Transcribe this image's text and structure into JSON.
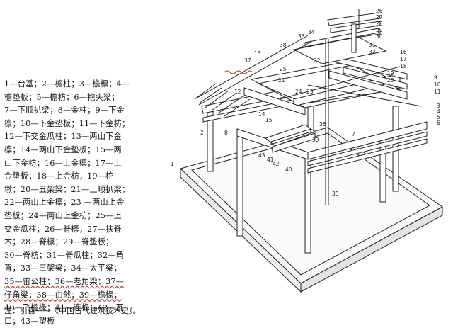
{
  "legend": {
    "lines": [
      "1—台基；2—檐柱；3—檐檩；4—",
      "檐垫板；5—檐枋；6—抱头梁；",
      "7—下顺扒梁；8—金柱；9—下金",
      "檩；10—下金垫板；11—下金枋；",
      "12—下交金瓜柱；13—两山下金",
      "檩；14—两山下金垫板；15—两",
      "山下金枋；16—上金檩；17—上",
      "金垫板；18—上金枋；19—柁",
      "墩；20—五架梁；21—上顺扒梁；",
      "22—两山上金檩；23 —两山上金",
      "垫板；24—两山上金枋；25—上",
      "交金瓜柱；26—脊檩；27—扶脊",
      "木；28—脊檩；29—脊垫板；",
      "30—脊枋；31—脊瓜柱；32—角",
      "背；33—三架梁；34—太平梁；",
      "35—雷公柱；36—老角梁；37—",
      "仔角梁；38—由戗；39—檐椽；",
      "40—飞檐椽；41—连檐；42—瓦",
      "口；43—望板"
    ],
    "note": "注：引自——《中国古代建筑技术史》。"
  },
  "diagram": {
    "labels": [
      {
        "t": "26"
      },
      {
        "t": "27"
      },
      {
        "t": "28"
      },
      {
        "t": "29"
      },
      {
        "t": "30"
      },
      {
        "t": "34"
      },
      {
        "t": "33"
      },
      {
        "t": "38"
      },
      {
        "t": "13"
      },
      {
        "t": "37"
      },
      {
        "t": "25"
      },
      {
        "t": "21"
      },
      {
        "t": "22"
      },
      {
        "t": "31"
      },
      {
        "t": "32"
      },
      {
        "t": "16"
      },
      {
        "t": "17"
      },
      {
        "t": "18"
      },
      {
        "t": "19"
      },
      {
        "t": "20"
      },
      {
        "t": "9"
      },
      {
        "t": "10"
      },
      {
        "t": "11"
      },
      {
        "t": "3"
      },
      {
        "t": "4"
      },
      {
        "t": "5"
      },
      {
        "t": "6"
      },
      {
        "t": "7"
      },
      {
        "t": "24"
      },
      {
        "t": "23"
      },
      {
        "t": "12"
      },
      {
        "t": "14"
      },
      {
        "t": "15"
      },
      {
        "t": "36"
      },
      {
        "t": "39"
      },
      {
        "t": "43"
      },
      {
        "t": "41"
      },
      {
        "t": "42"
      },
      {
        "t": "40"
      },
      {
        "t": "35"
      },
      {
        "t": "2"
      },
      {
        "t": "8"
      },
      {
        "t": "1"
      }
    ]
  }
}
